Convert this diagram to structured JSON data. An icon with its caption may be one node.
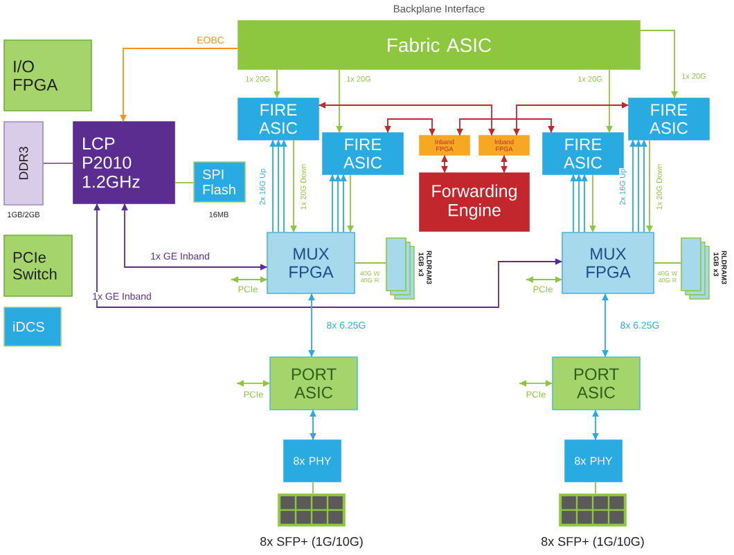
{
  "diagram": {
    "nodes": [
      {
        "text": [
          "Fabric ASIC"
        ],
        "beside": [
          "Backplane Interface"
        ]
      },
      {
        "text": [
          "I/O FPGA"
        ]
      },
      {
        "text": [
          "DDR3"
        ],
        "beside": [
          "1GB/2GB"
        ]
      },
      {
        "text": [
          "LCP P2010 1.2GHz"
        ]
      },
      {
        "text": [
          "SPI Flash"
        ],
        "beside": [
          "16MB"
        ]
      },
      {
        "text": [
          "FIRE ASIC"
        ]
      },
      {
        "text": [
          "FIRE ASIC"
        ]
      },
      {
        "text": [
          "Inband FPGA"
        ]
      },
      {
        "text": [
          "Inband FPGA"
        ]
      },
      {
        "text": [
          "FIRE ASIC"
        ]
      },
      {
        "text": [
          "FIRE ASIC"
        ]
      },
      {
        "text": [
          "Forwarding Engine"
        ]
      },
      {
        "text": [
          "PCIe Switch"
        ]
      },
      {
        "text": [
          "MUX FPGA"
        ]
      },
      {
        "text": [
          "RLDRAM3 1GB x3"
        ]
      },
      {
        "text": [
          "MUX FPGA"
        ]
      },
      {
        "text": [
          "RLDRAM3 1GB x3"
        ]
      },
      {
        "text": [
          "iDCS"
        ]
      },
      {
        "text": [
          "PORT ASIC"
        ]
      },
      {
        "text": [
          "PORT ASIC"
        ]
      },
      {
        "text": [
          "8x PHY"
        ]
      },
      {
        "text": [
          "8x PHY"
        ]
      },
      {
        "text": [],
        "shape": "box",
        "beside": [
          "8x SFP+ (1G/10G)"
        ]
      },
      {
        "text": [],
        "shape": "box",
        "beside": [
          "8x SFP+ (1G/10G)"
        ]
      }
    ],
    "edges": [
      {
        "from": 0,
        "to": 5,
        "arrow": "to",
        "label": "1x 20G"
      },
      {
        "from": 0,
        "to": 6,
        "arrow": "to",
        "label": "1x 20G"
      },
      {
        "from": 0,
        "to": 9,
        "arrow": "to",
        "label": "1x 20G"
      },
      {
        "from": 0,
        "to": 10,
        "arrow": "to",
        "label": "1x 20G"
      },
      {
        "from": 0,
        "to": 3,
        "arrow": "to",
        "label": "EOBC",
        "color": "#f7941d"
      },
      {
        "from": 2,
        "to": 3,
        "arrow": "none",
        "color": "#8c6bb1"
      },
      {
        "from": 3,
        "to": 4,
        "arrow": "none"
      },
      {
        "from": 5,
        "to": 8,
        "arrow": "both",
        "color": "#c1272d"
      },
      {
        "from": 10,
        "to": 8,
        "arrow": "both",
        "color": "#c1272d"
      },
      {
        "from": 6,
        "to": 7,
        "arrow": "both",
        "color": "#c1272d"
      },
      {
        "from": 9,
        "to": 7,
        "arrow": "both",
        "color": "#c1272d"
      },
      {
        "from": 7,
        "to": 11,
        "arrow": "both",
        "color": "#c1272d"
      },
      {
        "from": 8,
        "to": 11,
        "arrow": "both",
        "color": "#c1272d"
      },
      {
        "from": 13,
        "to": 5,
        "arrow": "to",
        "label": "2x 16G Up",
        "color": "#29abe2"
      },
      {
        "from": 5,
        "to": 13,
        "arrow": "to",
        "label": "1x 20G Down"
      },
      {
        "from": 13,
        "to": 6,
        "arrow": "to",
        "color": "#29abe2"
      },
      {
        "from": 6,
        "to": 13,
        "arrow": "to"
      },
      {
        "from": 15,
        "to": 9,
        "arrow": "to",
        "color": "#29abe2"
      },
      {
        "from": 9,
        "to": 15,
        "arrow": "to"
      },
      {
        "from": 15,
        "to": 10,
        "arrow": "to",
        "label": "2x 16G Up",
        "color": "#29abe2"
      },
      {
        "from": 10,
        "to": 15,
        "arrow": "to",
        "label": "1x 20G Down"
      },
      {
        "from": 3,
        "to": 13,
        "arrow": "both",
        "label": "1x GE Inband",
        "color": "#5b2d90"
      },
      {
        "from": 3,
        "to": 15,
        "arrow": "both",
        "label": "1x GE Inband",
        "color": "#5b2d90"
      },
      {
        "from": 13,
        "to": 14,
        "arrow": "none",
        "label": "40G W 40G R"
      },
      {
        "from": 15,
        "to": 16,
        "arrow": "none",
        "label": "40G W 40G R"
      },
      {
        "from": null,
        "to": 13,
        "arrow": "both",
        "label": "PCIe"
      },
      {
        "from": null,
        "to": 15,
        "arrow": "both",
        "label": "PCIe"
      },
      {
        "from": 13,
        "to": 18,
        "arrow": "both",
        "label": "8x 6.25G",
        "color": "#29abe2"
      },
      {
        "from": 15,
        "to": 19,
        "arrow": "both",
        "label": "8x 6.25G",
        "color": "#29abe2"
      },
      {
        "from": 18,
        "to": 20,
        "arrow": "both",
        "color": "#29abe2"
      },
      {
        "from": 19,
        "to": 21,
        "arrow": "both",
        "color": "#29abe2"
      },
      {
        "from": 20,
        "to": 22,
        "arrow": "none"
      },
      {
        "from": 21,
        "to": 23,
        "arrow": "none"
      },
      {
        "from": null,
        "to": 18,
        "arrow": "both",
        "label": "PCIe"
      },
      {
        "from": null,
        "to": 19,
        "arrow": "both",
        "label": "PCIe"
      }
    ]
  }
}
